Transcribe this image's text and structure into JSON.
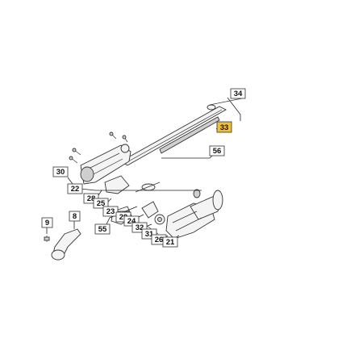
{
  "colors": {
    "highlight": "#f2c02e",
    "line": "#222222",
    "background": "#ffffff"
  },
  "callouts": [
    {
      "id": "c34",
      "label": "34"
    },
    {
      "id": "c33",
      "label": "33",
      "highlighted": true
    },
    {
      "id": "c56",
      "label": "56"
    },
    {
      "id": "c30",
      "label": "30"
    },
    {
      "id": "c22",
      "label": "22"
    },
    {
      "id": "c28",
      "label": "28"
    },
    {
      "id": "c25",
      "label": "25"
    },
    {
      "id": "c23",
      "label": "23"
    },
    {
      "id": "c29",
      "label": "29"
    },
    {
      "id": "c24",
      "label": "24"
    },
    {
      "id": "c32",
      "label": "32"
    },
    {
      "id": "c31",
      "label": "31"
    },
    {
      "id": "c26",
      "label": "26"
    },
    {
      "id": "c21",
      "label": "21"
    },
    {
      "id": "c55",
      "label": "55"
    },
    {
      "id": "c9",
      "label": "9"
    },
    {
      "id": "c8",
      "label": "8"
    }
  ]
}
